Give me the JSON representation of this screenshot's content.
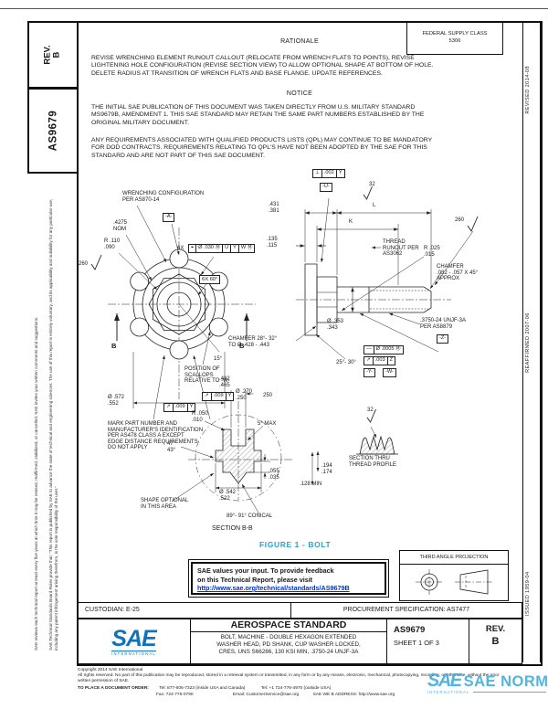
{
  "colors": {
    "figure_blue": "#2f9fd0",
    "link_blue": "#0033cc",
    "sae_blue": "#1173b9",
    "watermark_blue": "#45aede"
  },
  "margins": {
    "disclaimer_rules": "SAE Technical Standards Board Rules provide that: \"This report is published by SAE to advance the state of technical and engineering sciences. The use of this report is entirely voluntary, and its applicability and suitability for any particular use, including any patent infringement arising therefrom, is the sole responsibility of the user.\"",
    "disclaimer_review": "SAE reviews each technical report at least every five years at which time it may be revised, reaffirmed, stabilized, or cancelled. SAE invites your written comments and suggestions.",
    "history": {
      "issued": "ISSUED 1959-04",
      "reaffirmed": "REAFFIRMED 2007-06",
      "revised": "REVISED 2014-08"
    }
  },
  "header": {
    "rev_label": "REV.",
    "rev_value": "B",
    "doc_number": "AS9679",
    "fsc_label": "FEDERAL SUPPLY CLASS",
    "fsc_value": "5306",
    "rationale_title": "RATIONALE",
    "rationale_text": "REVISE WRENCHING ELEMENT RUNOUT CALLOUT (RELOCATE FROM WRENCH FLATS TO POINTS), REVISE\nLIGHTENING HOLE CONFIGURATION (REVISE SECTION VIEW) TO ALLOW OPTIONAL SHAPE AT BOTTOM OF HOLE.\nDELETE RADIUS AT TRANSITION OF WRENCH FLATS AND BASE FLANGE. UPDATE REFERENCES.",
    "notice_title": "NOTICE",
    "notice_p1": "THE INITIAL SAE PUBLICATION OF THIS DOCUMENT WAS TAKEN DIRECTLY FROM U.S. MILITARY STANDARD\nMS9679B, AMENDMENT 1. THIS SAE STANDARD MAY RETAIN THE SAME PART NUMBERS ESTABLISHED BY THE\nORIGINAL MILITARY DOCUMENT.",
    "notice_p2": "ANY REQUIREMENTS ASSOCIATED WITH QUALIFIED PRODUCTS LISTS (QPL) MAY CONTINUE TO BE MANDATORY\nFOR DOD CONTRACTS. REQUIREMENTS RELATING TO QPL'S HAVE NOT BEEN ADOPTED BY THE SAE FOR THIS\nSTANDARD AND ARE NOT PART OF THIS SAE DOCUMENT."
  },
  "drawing": {
    "labels": {
      "wrenching_config": "WRENCHING CONFIGURATION\nPER AS870-14",
      "nom_across": ".4275\nNOM",
      "radius_scallop": "R .110\n.090",
      "position_prefix": "6X",
      "hex_angle": "6X 60°",
      "section_b_left": "B",
      "section_b_right": "B",
      "angle_15": "15°",
      "scallops_note": "POSITION OF\nSCALLOPS\nRELATIVE TO -W-",
      "head_od": "Ø .572\n.552",
      "mark_note": "MARK PART NUMBER AND\nMANUFACTURER'S IDENTIFICATION\nPER AS478 CLASS A EXCEPT\nEDGE DISTANCE REQUIREMENTS\nDO NOT APPLY",
      "head_height": ".431\n.381",
      "dim_l": "L",
      "dim_k": "K",
      "washer_thk": ".135\n.115",
      "finish_260_left": "260",
      "finish_260_right": "260",
      "finish_32_top": "32",
      "finish_32_thread": "32",
      "finish_250": "250",
      "thread_runout": "THREAD\nRUNOUT PER\nAS3062",
      "fillet": "R .025\n.015",
      "chamfer_end": "CHAMFER\n.032 - .057 X 45°\nAPPROX",
      "shank_dia": "Ø .353\n.343",
      "thread_spec": ".3750-24 UNJF-3A\nPER AS8879",
      "chamfer_head": "CHAMFER 28°- 32°\nTO Ø .428 - .443",
      "angle_2530": "25°- 30°",
      "bore_depth": ".482\n.465",
      "hole_dia": "Ø .270\n.250",
      "rim_radius": "R .050\n.010",
      "angle_4743": "47°\n43°",
      "angle_5max": "5° MAX",
      "lip_height": ".055\n.035",
      "cup_dia": "Ø .542\n.522",
      "dim_194": ".194\n.174",
      "min_128": ".128 MIN",
      "shape_optional": "SHAPE OPTIONAL\nIN THIS AREA",
      "conical": "89°- 91° CONICAL",
      "section_bb": "SECTION B-B",
      "section_thread": "SECTION THRU\nTHREAD PROFILE"
    },
    "datums": {
      "a": "-A-",
      "u": "-U-",
      "z": "-Z-",
      "y": "-Y-",
      "w": "-W-"
    },
    "fcf": {
      "position": [
        "⌖",
        "Ø .030 Ⓜ",
        "U",
        "Y",
        "W Ⓜ"
      ],
      "perp": [
        "⊥",
        ".002",
        "Y"
      ],
      "runout1": [
        "↗",
        ".009",
        "Y"
      ],
      "runout2": [
        "↗",
        ".009",
        "Y"
      ],
      "straightness": [
        "—",
        "Ø .0005 Ⓜ"
      ],
      "runout3": [
        "↗",
        ".003",
        "Z"
      ]
    },
    "figure_caption": "FIGURE 1 - BOLT"
  },
  "feedback": {
    "line1": "SAE values your input. To provide feedback",
    "line2": "on this Technical Report, please visit",
    "url": "http://www.sae.org/technical/standards/AS9679B"
  },
  "projection": {
    "title": "THIRD ANGLE PROJECTION"
  },
  "titleblock": {
    "custodian": "CUSTODIAN: E-25",
    "procurement": "PROCUREMENT SPECIFICATION: AS7477",
    "standard_type": "AEROSPACE STANDARD",
    "title": "BOLT, MACHINE - DOUBLE HEXAGON EXTENDED\nWASHER HEAD, PD SHANK, CUP WASHER LOCKED,\nCRES, UNS S66286, 130 KSI MIN, .3750-24 UNJF-3A",
    "doc_number": "AS9679",
    "sheet": "SHEET 1 OF 3",
    "rev_label": "REV.",
    "rev_value": "B",
    "logo_text": "SAE",
    "logo_sub": "INTERNATIONAL"
  },
  "footer": {
    "copyright": "Copyright 2014 SAE International",
    "rights": "All rights reserved. No part of this publication may be reproduced, stored in a retrieval system or transmitted, in any form or by any means, electronic, mechanical, photocopying, recording, or otherwise, without the prior written permission of SAE.",
    "order_label": "TO PLACE A DOCUMENT ORDER:",
    "tel_inside": "Tel: 877-606-7323 (inside USA and Canada)",
    "tel_outside": "Tel: +1 724-776-4970 (outside USA)",
    "fax": "Fax: 724-776-0790",
    "email": "Email: CustomerService@sae.org",
    "web": "SAE WE B ADDRESS: http://www.sae.org",
    "watermark_logo": "SAE",
    "watermark_main": "SAE NORM",
    "watermark_sub": "INTERNATIONAL"
  }
}
